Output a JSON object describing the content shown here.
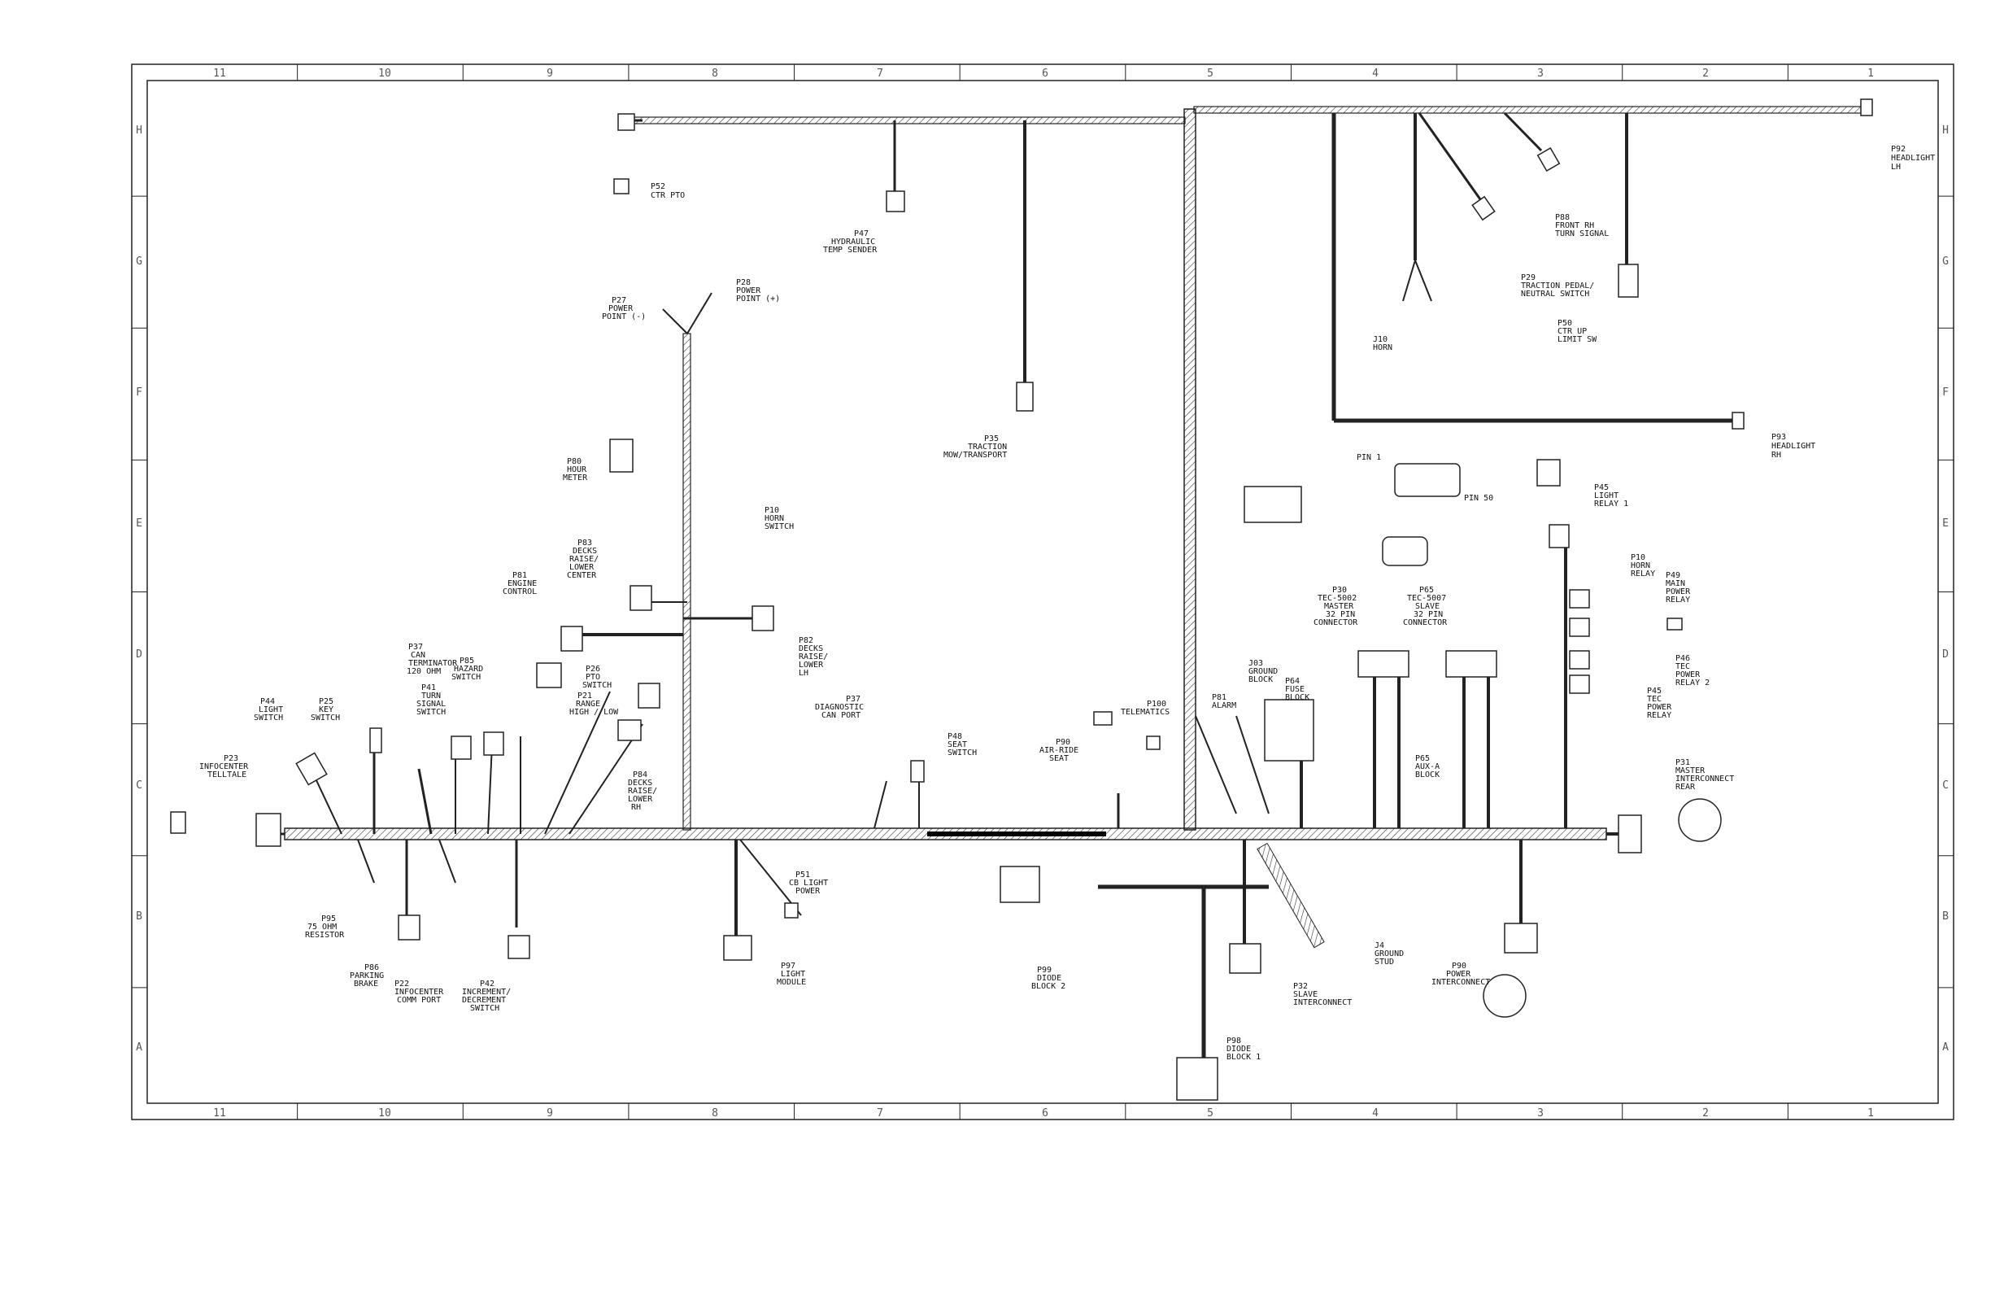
{
  "zones": {
    "columns": [
      "11",
      "10",
      "9",
      "8",
      "7",
      "6",
      "5",
      "4",
      "3",
      "2",
      "1"
    ],
    "rows": [
      "H",
      "G",
      "F",
      "E",
      "D",
      "C",
      "B",
      "A"
    ]
  },
  "labels": {
    "headlight_lh": [
      "P92",
      "HEADLIGHT",
      "LH"
    ],
    "headlight_rh": [
      "P93",
      "HEADLIGHT",
      "RH"
    ],
    "ctr_pto": [
      "P52",
      "CTR PTO"
    ],
    "hydraulic_temp": [
      "P47",
      "HYDRAULIC",
      "TEMP SENDER"
    ],
    "power_point_pos": [
      "P28",
      "POWER",
      "POINT (+)"
    ],
    "power_point_neg": [
      "P27",
      "POWER",
      "POINT (-)"
    ],
    "traction_mow": [
      "P35",
      "TRACTION",
      "MOW/TRANSPORT"
    ],
    "front_turn_signal": [
      "P88",
      "FRONT RH",
      "TURN SIGNAL"
    ],
    "traction_pedal": [
      "P29",
      "TRACTION PEDAL/",
      "NEUTRAL SWITCH"
    ],
    "ctr_up_limit": [
      "P50",
      "CTR UP",
      "LIMIT SW"
    ],
    "horn": [
      "J10",
      "HORN"
    ],
    "hour_meter": [
      "P80",
      "HOUR",
      "METER"
    ],
    "horn_switch": [
      "P10",
      "HORN",
      "SWITCH"
    ],
    "decks_center": [
      "P83",
      "DECKS",
      "RAISE/",
      "LOWER",
      "CENTER"
    ],
    "engine_control": [
      "P81",
      "ENGINE",
      "CONTROL"
    ],
    "decks_lh": [
      "P82",
      "DECKS",
      "RAISE/",
      "LOWER",
      "LH"
    ],
    "decks_rh": [
      "P84",
      "DECKS",
      "RAISE/",
      "LOWER",
      "RH"
    ],
    "can_terminator": [
      "P37",
      "CAN",
      "TERMINATOR",
      "120 OHM"
    ],
    "turn_signal_switch": [
      "P41",
      "TURN",
      "SIGNAL",
      "SWITCH"
    ],
    "hazard_switch": [
      "P85",
      "HAZARD",
      "SWITCH"
    ],
    "pto_switch": [
      "P26",
      "PTO",
      "SWITCH"
    ],
    "range_switch": [
      "P21",
      "RANGE",
      "HIGH / LOW"
    ],
    "light_switch": [
      "P44",
      "LIGHT",
      "SWITCH"
    ],
    "key_switch": [
      "P25",
      "KEY",
      "SWITCH"
    ],
    "infocenter_telltale": [
      "P23",
      "INFOCENTER",
      "TELLTALE"
    ],
    "resistor_75": [
      "P95",
      "75 OHM",
      "RESISTOR"
    ],
    "parking_brake": [
      "P86",
      "PARKING",
      "BRAKE"
    ],
    "infocenter_comm": [
      "P22",
      "INFOCENTER",
      "COMM PORT"
    ],
    "increment_switch": [
      "P42",
      "INCREMENT/",
      "DECREMENT",
      "SWITCH"
    ],
    "diagnostic_can": [
      "P37",
      "DIAGNOSTIC",
      "CAN PORT"
    ],
    "seat_switch": [
      "P48",
      "SEAT",
      "SWITCH"
    ],
    "cb_light_power": [
      "P51",
      "CB LIGHT",
      "POWER"
    ],
    "light_module": [
      "P97",
      "LIGHT",
      "MODULE"
    ],
    "air_ride_seat": [
      "P90",
      "AIR-RIDE",
      "SEAT"
    ],
    "telematics": [
      "P100",
      "TELEMATICS"
    ],
    "alarm": [
      "P81",
      "ALARM"
    ],
    "ground_block": [
      "J03",
      "GROUND",
      "BLOCK"
    ],
    "fuse_block": [
      "P64",
      "FUSE",
      "BLOCK"
    ],
    "tec_master": [
      "P30",
      "TEC-5002",
      "MASTER",
      "32 PIN",
      "CONNECTOR"
    ],
    "tec_slave": [
      "P65",
      "TEC-5007",
      "SLAVE",
      "32 PIN",
      "CONNECTOR"
    ],
    "aux_block": [
      "P65",
      "AUX-A",
      "BLOCK"
    ],
    "light_relay": [
      "P45",
      "LIGHT",
      "RELAY 1"
    ],
    "horn_relay": [
      "P10",
      "HORN",
      "RELAY"
    ],
    "main_power_relay": [
      "P49",
      "MAIN",
      "POWER",
      "RELAY"
    ],
    "tec_power_relay_2": [
      "P46",
      "TEC",
      "POWER",
      "RELAY 2"
    ],
    "tec_power_relay": [
      "P45",
      "TEC",
      "POWER",
      "RELAY"
    ],
    "master_interconnect": [
      "P31",
      "MASTER",
      "INTERCONNECT",
      "REAR"
    ],
    "diode_block_2": [
      "P99",
      "DIODE",
      "BLOCK 2"
    ],
    "slave_interconnect": [
      "P32",
      "SLAVE",
      "INTERCONNECT"
    ],
    "ground_stud": [
      "J4",
      "GROUND",
      "STUD"
    ],
    "power_interconnect": [
      "P90",
      "POWER",
      "INTERCONNECT"
    ],
    "diode_block_1": [
      "P98",
      "DIODE",
      "BLOCK 1"
    ],
    "pin1": "PIN 1",
    "pin50": "PIN 50"
  }
}
